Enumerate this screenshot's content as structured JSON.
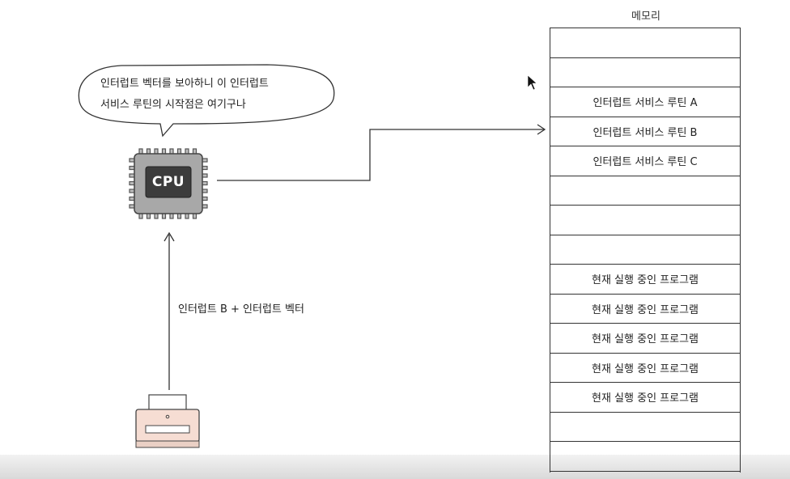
{
  "memory": {
    "title": "메모리",
    "rows": [
      "",
      "",
      "인터럽트 서비스 루틴 A",
      "인터럽트 서비스 루틴 B",
      "인터럽트 서비스 루틴 C",
      "",
      "",
      "",
      "현재 실행 중인 프로그램",
      "현재 실행 중인 프로그램",
      "현재 실행 중인 프로그램",
      "현재 실행 중인 프로그램",
      "현재 실행 중인 프로그램",
      "",
      ""
    ]
  },
  "cpu": {
    "label": "CPU"
  },
  "speech": {
    "line1": "인터럽트 벡터를 보아하니 이 인터럽트",
    "line2": "서비스 루틴의 시작점은 여기구나"
  },
  "signal": {
    "label": "인터럽트 B + 인터럽트 벡터"
  },
  "colors": {
    "cpu_body": "#a8a8a8",
    "cpu_core": "#3c3c3c",
    "printer_body": "#f6ddd3",
    "line": "#333333"
  }
}
